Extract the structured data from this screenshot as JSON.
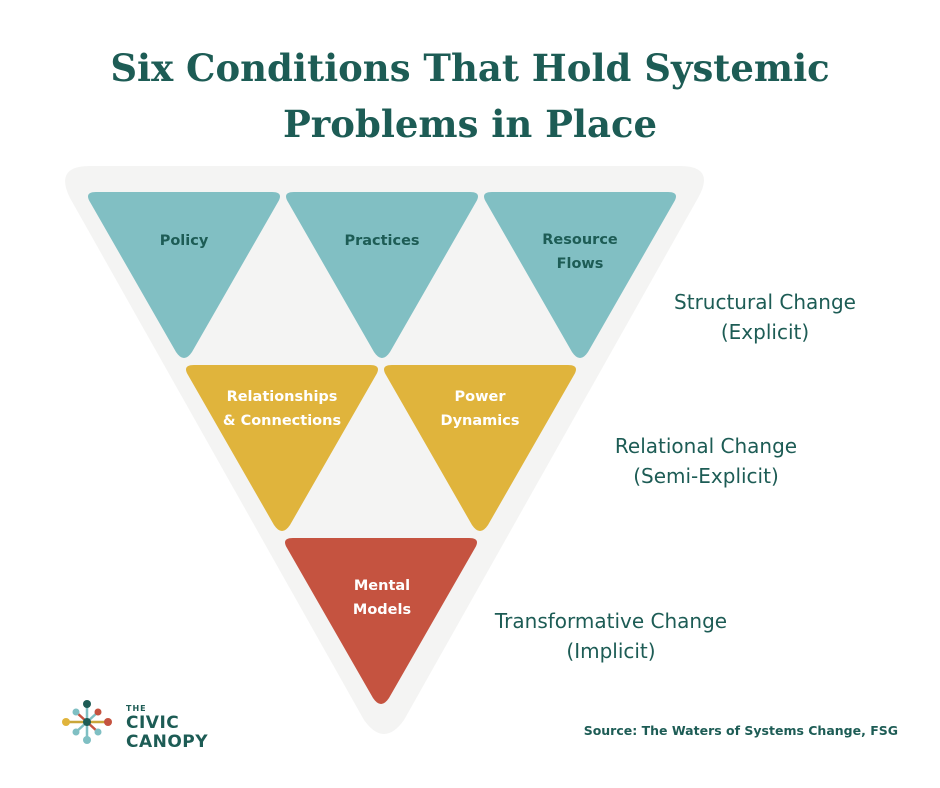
{
  "title_lines": [
    "Six Conditions That Hold Systemic",
    "Problems in Place"
  ],
  "conditions": {
    "policy": {
      "lines": [
        "Policy"
      ],
      "color": "#81bfc3",
      "text_color": "#1d5c55"
    },
    "practices": {
      "lines": [
        "Practices"
      ],
      "color": "#81bfc3",
      "text_color": "#1d5c55"
    },
    "resource_flows": {
      "lines": [
        "Resource",
        "Flows"
      ],
      "color": "#81bfc3",
      "text_color": "#1d5c55"
    },
    "relationships": {
      "lines": [
        "Relationships",
        "& Connections"
      ],
      "color": "#e0b43c",
      "text_color": "#ffffff"
    },
    "power_dynamics": {
      "lines": [
        "Power",
        "Dynamics"
      ],
      "color": "#e0b43c",
      "text_color": "#ffffff"
    },
    "mental_models": {
      "lines": [
        "Mental",
        "Models"
      ],
      "color": "#c55340",
      "text_color": "#ffffff"
    }
  },
  "levels": {
    "structural": {
      "lines": [
        "Structural Change",
        "(Explicit)"
      ]
    },
    "relational": {
      "lines": [
        "Relational Change",
        "(Semi-Explicit)"
      ]
    },
    "transformative": {
      "lines": [
        "Transformative Change",
        "(Implicit)"
      ]
    }
  },
  "logo": {
    "the": "THE",
    "civic": "CIVIC",
    "canopy": "CANOPY"
  },
  "source": "Source: The Waters of Systems Change, FSG",
  "colors": {
    "heading": "#1d5c55",
    "backdrop": "#f4f4f3"
  }
}
